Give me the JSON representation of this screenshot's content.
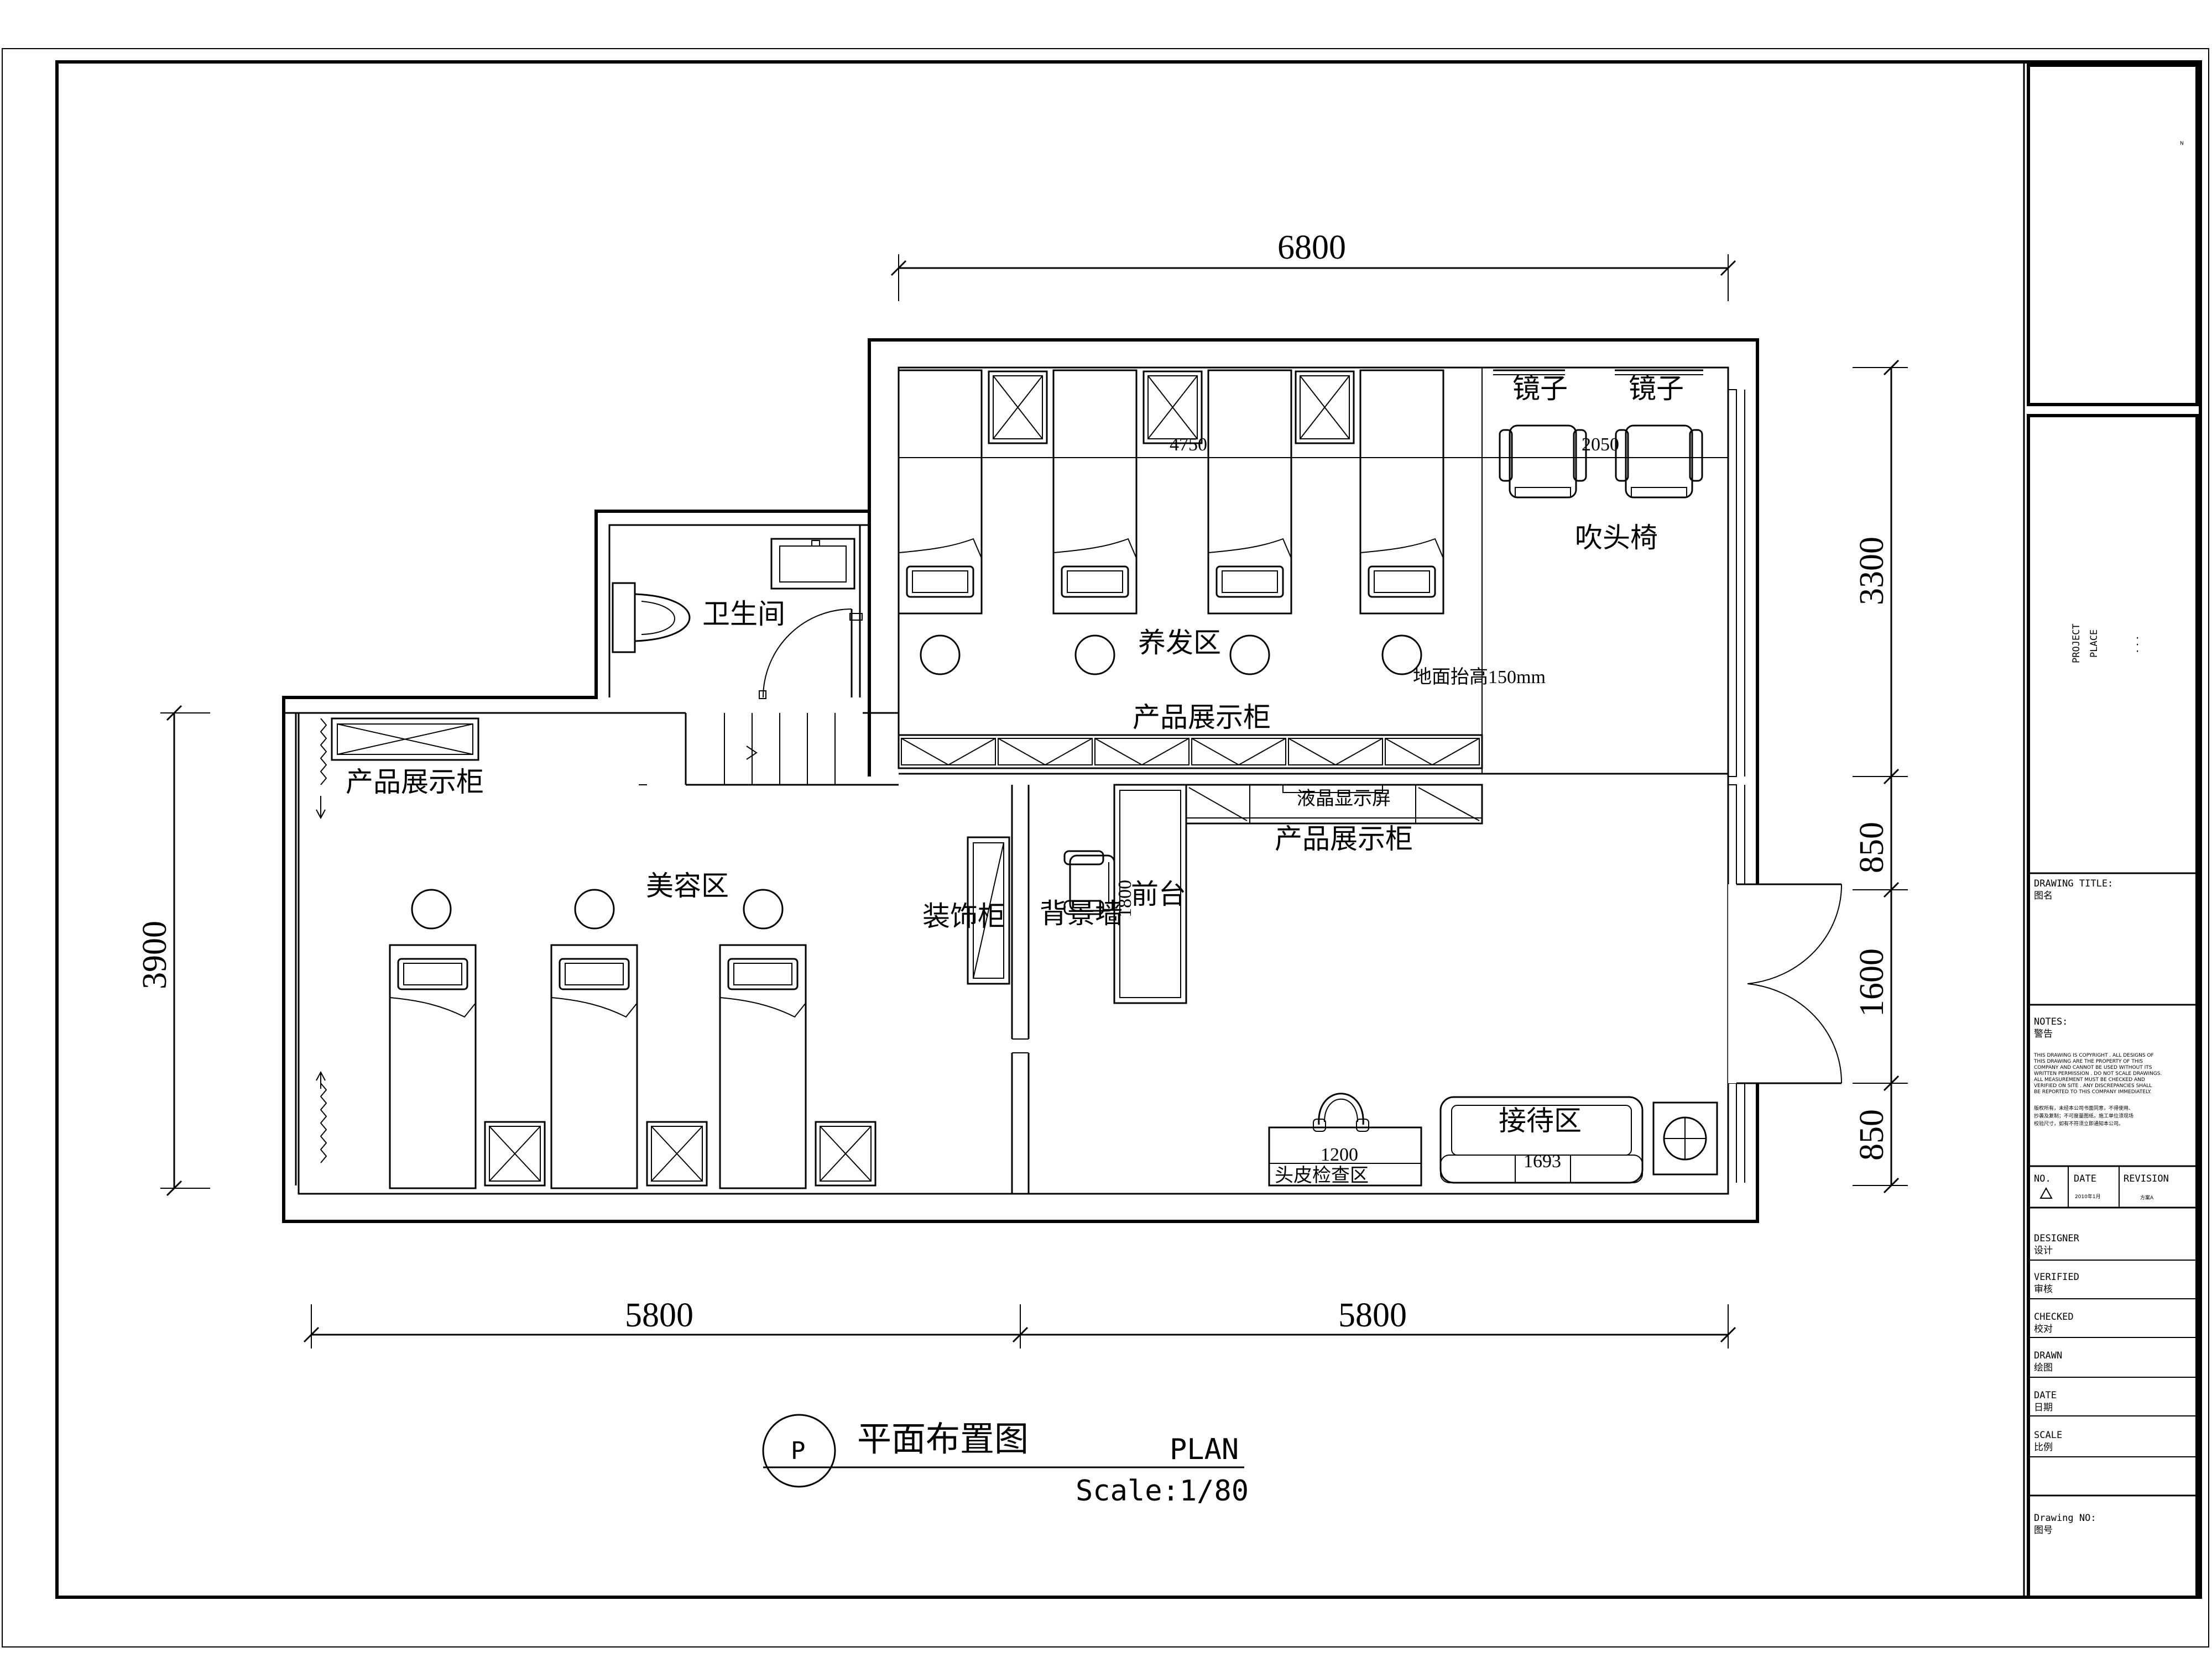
{
  "plan": {
    "dimensions": {
      "top_overall": "6800",
      "right_upper": "3300",
      "right_seg1": "850",
      "right_seg2": "1600",
      "right_seg3": "850",
      "left_overall": "3900",
      "bottom_left": "5800",
      "bottom_right": "5800",
      "inner_row": "4750",
      "inner_chairs": "2050",
      "reception_desk_depth": "1800",
      "scalp_desk": "1200",
      "sofa": "1693"
    },
    "rooms": {
      "mirror_1": "镜子",
      "mirror_2": "镜子",
      "blow_chair": "吹头椅",
      "hair_care": "养发区",
      "raised_floor": "地面抬高150mm",
      "display_upper": "产品展示柜",
      "bathroom": "卫生间",
      "display_left": "产品展示柜",
      "lcd": "液晶显示屏",
      "display_front": "产品展示柜",
      "beauty": "美容区",
      "deco_cabinet": "装饰柜",
      "bg_wall": "背景墙",
      "front_desk": "前台",
      "reception": "接待区",
      "scalp_check": "头皮检查区"
    }
  },
  "title_block": {
    "project_label": "PROJECT",
    "place_label": "PLACE",
    "drawing_title": "DRAWING TITLE:",
    "drawing_title_cn": "图名",
    "notes": "NOTES:",
    "notes_cn": "警告",
    "notes_body": [
      "THIS DRAWING IS COPYRIGHT . ALL DESIGNS OF",
      "THIS DRAWING ARE THE PROPERTY OF THIS",
      "COMPANY AND CANNOT BE USED WITHOUT ITS",
      "WRITTEN PERMISSION . DO NOT SCALE DRAWINGS.",
      "ALL MEASUREMENT MUST BE CHECKED AND",
      "VERIFIED ON SITE . ANY DISCREPANCIES SHALL",
      "BE REPORTED TO THIS COMPANY IMMEDIATELY."
    ],
    "notes_cn_body": [
      "版权所有，未经本公司书面同意，不得使用、",
      "抄袭及复制；不可度量图纸，施工单位须现场",
      "校验尺寸，如有不符须立即通知本公司。"
    ],
    "rev_no": "NO.",
    "rev_date": "DATE",
    "rev_revision": "REVISION",
    "rev_date_value": "2010年1月",
    "rev_revision_value": "方案A",
    "designer": "DESIGNER",
    "designer_cn": "设计",
    "verified": "VERIFIED",
    "verified_cn": "审核",
    "checked": "CHECKED",
    "checked_cn": "校对",
    "drawn": "DRAWN",
    "drawn_cn": "绘图",
    "date": "DATE",
    "date_cn": "日期",
    "scale": "SCALE",
    "scale_cn": "比例",
    "drawing_no": "Drawing NO:",
    "drawing_no_cn": "图号"
  },
  "title": {
    "symbol": "P",
    "name_cn": "平面布置图",
    "name_en": "PLAN",
    "scale": "Scale:1/80"
  }
}
